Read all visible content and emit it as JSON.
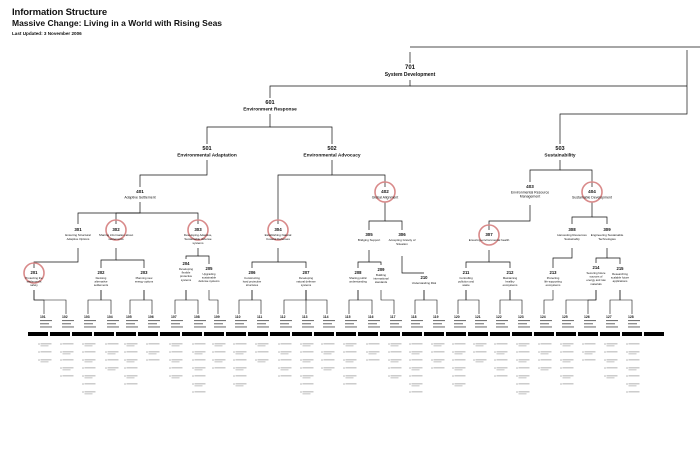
{
  "header": {
    "title": "Information Structure",
    "subtitle": "Massive Change:  Living in a World with Rising Seas",
    "updated": "Last Updated:  3 November 2006"
  },
  "nodes": {
    "n701": {
      "num": "701",
      "label": "System Development"
    },
    "n601": {
      "num": "601",
      "label": "Environment Response"
    },
    "n501": {
      "num": "501",
      "label": "Environmental Adaptation"
    },
    "n502": {
      "num": "502",
      "label": "Environmental Advocacy"
    },
    "n503": {
      "num": "503",
      "label": "Sustainability"
    },
    "n401": {
      "num": "401",
      "label": "Adaptive Settlement"
    },
    "n402": {
      "num": "402",
      "label": "Global Alignment"
    },
    "n403": {
      "num": "403",
      "label": "Environmental Resource Management"
    },
    "n404": {
      "num": "404",
      "label": "Sustainable Development"
    },
    "n301": {
      "num": "301",
      "label": "Ensuring Structural Adaptive Options"
    },
    "n302": {
      "num": "302",
      "label": "Sharing information about settlements"
    },
    "n303": {
      "num": "303",
      "label": "Developing Adaptive, Sustainable defense systems"
    },
    "n304": {
      "num": "304",
      "label": "Establishing Natural Coastal Defenses"
    },
    "n305": {
      "num": "305",
      "label": "Bridging Support"
    },
    "n306": {
      "num": "306",
      "label": "Accepting Gravity of Situation"
    },
    "n307": {
      "num": "307",
      "label": "Ensuring environmental health"
    },
    "n308": {
      "num": "308",
      "label": "Harvesting Resources Sustainably"
    },
    "n309": {
      "num": "309",
      "label": "Engineering Sustainable Technologies"
    },
    "n201": {
      "num": "201",
      "label": "Protecting the settlement's safety"
    },
    "n202": {
      "num": "202",
      "label": "Devising alternative settlements"
    },
    "n203": {
      "num": "203",
      "label": "Planning new energy options"
    },
    "n204": {
      "num": "204",
      "label": "Developing flexible protective systems"
    },
    "n205": {
      "num": "205",
      "label": "Upgrading sustainable defense systems"
    },
    "n206": {
      "num": "206",
      "label": "Constructing hard protective structures"
    },
    "n207": {
      "num": "207",
      "label": "Developing natural defense systems"
    },
    "n208": {
      "num": "208",
      "label": "Sharing public understanding"
    },
    "n209": {
      "num": "209",
      "label": "Building international standards"
    },
    "n210": {
      "num": "210",
      "label": "Understanding Risk"
    },
    "n211": {
      "num": "211",
      "label": "Controlling pollution and waste"
    },
    "n212": {
      "num": "212",
      "label": "Maintaining healthy ecosystems"
    },
    "n213": {
      "num": "213",
      "label": "Protecting life-supporting ecosystems"
    },
    "n214": {
      "num": "214",
      "label": "Securing future sources of energy and raw materials"
    },
    "n215": {
      "num": "215",
      "label": "Researching scalable future applications"
    }
  },
  "leaf_numbers": [
    "101",
    "102",
    "103",
    "104",
    "105",
    "106",
    "107",
    "108",
    "109",
    "110",
    "111",
    "112",
    "113",
    "114",
    "115",
    "116",
    "117",
    "118",
    "119",
    "120",
    "121",
    "122",
    "123",
    "124",
    "125",
    "126",
    "127",
    "128"
  ],
  "highlighted": [
    "201",
    "302",
    "303",
    "304",
    "402",
    "307",
    "404"
  ]
}
